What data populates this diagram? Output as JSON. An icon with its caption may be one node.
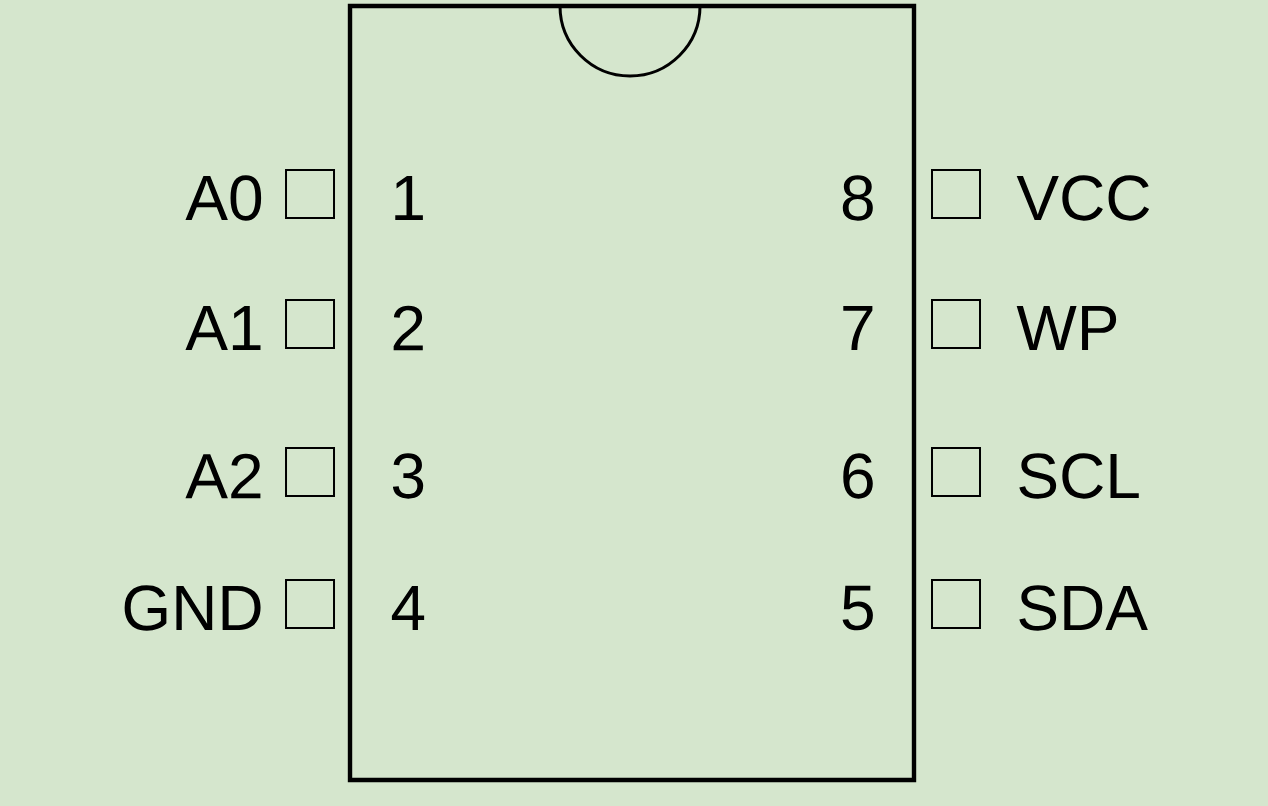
{
  "diagram": {
    "nodes": [
      {
        "text": [],
        "shape": "box"
      }
    ],
    "labels": [
      "A0",
      "1",
      "8",
      "VCC",
      "A1",
      "2",
      "7",
      "WP",
      "A2",
      "3",
      "6",
      "SCL",
      "GND",
      "4",
      "5",
      "SDA"
    ]
  }
}
